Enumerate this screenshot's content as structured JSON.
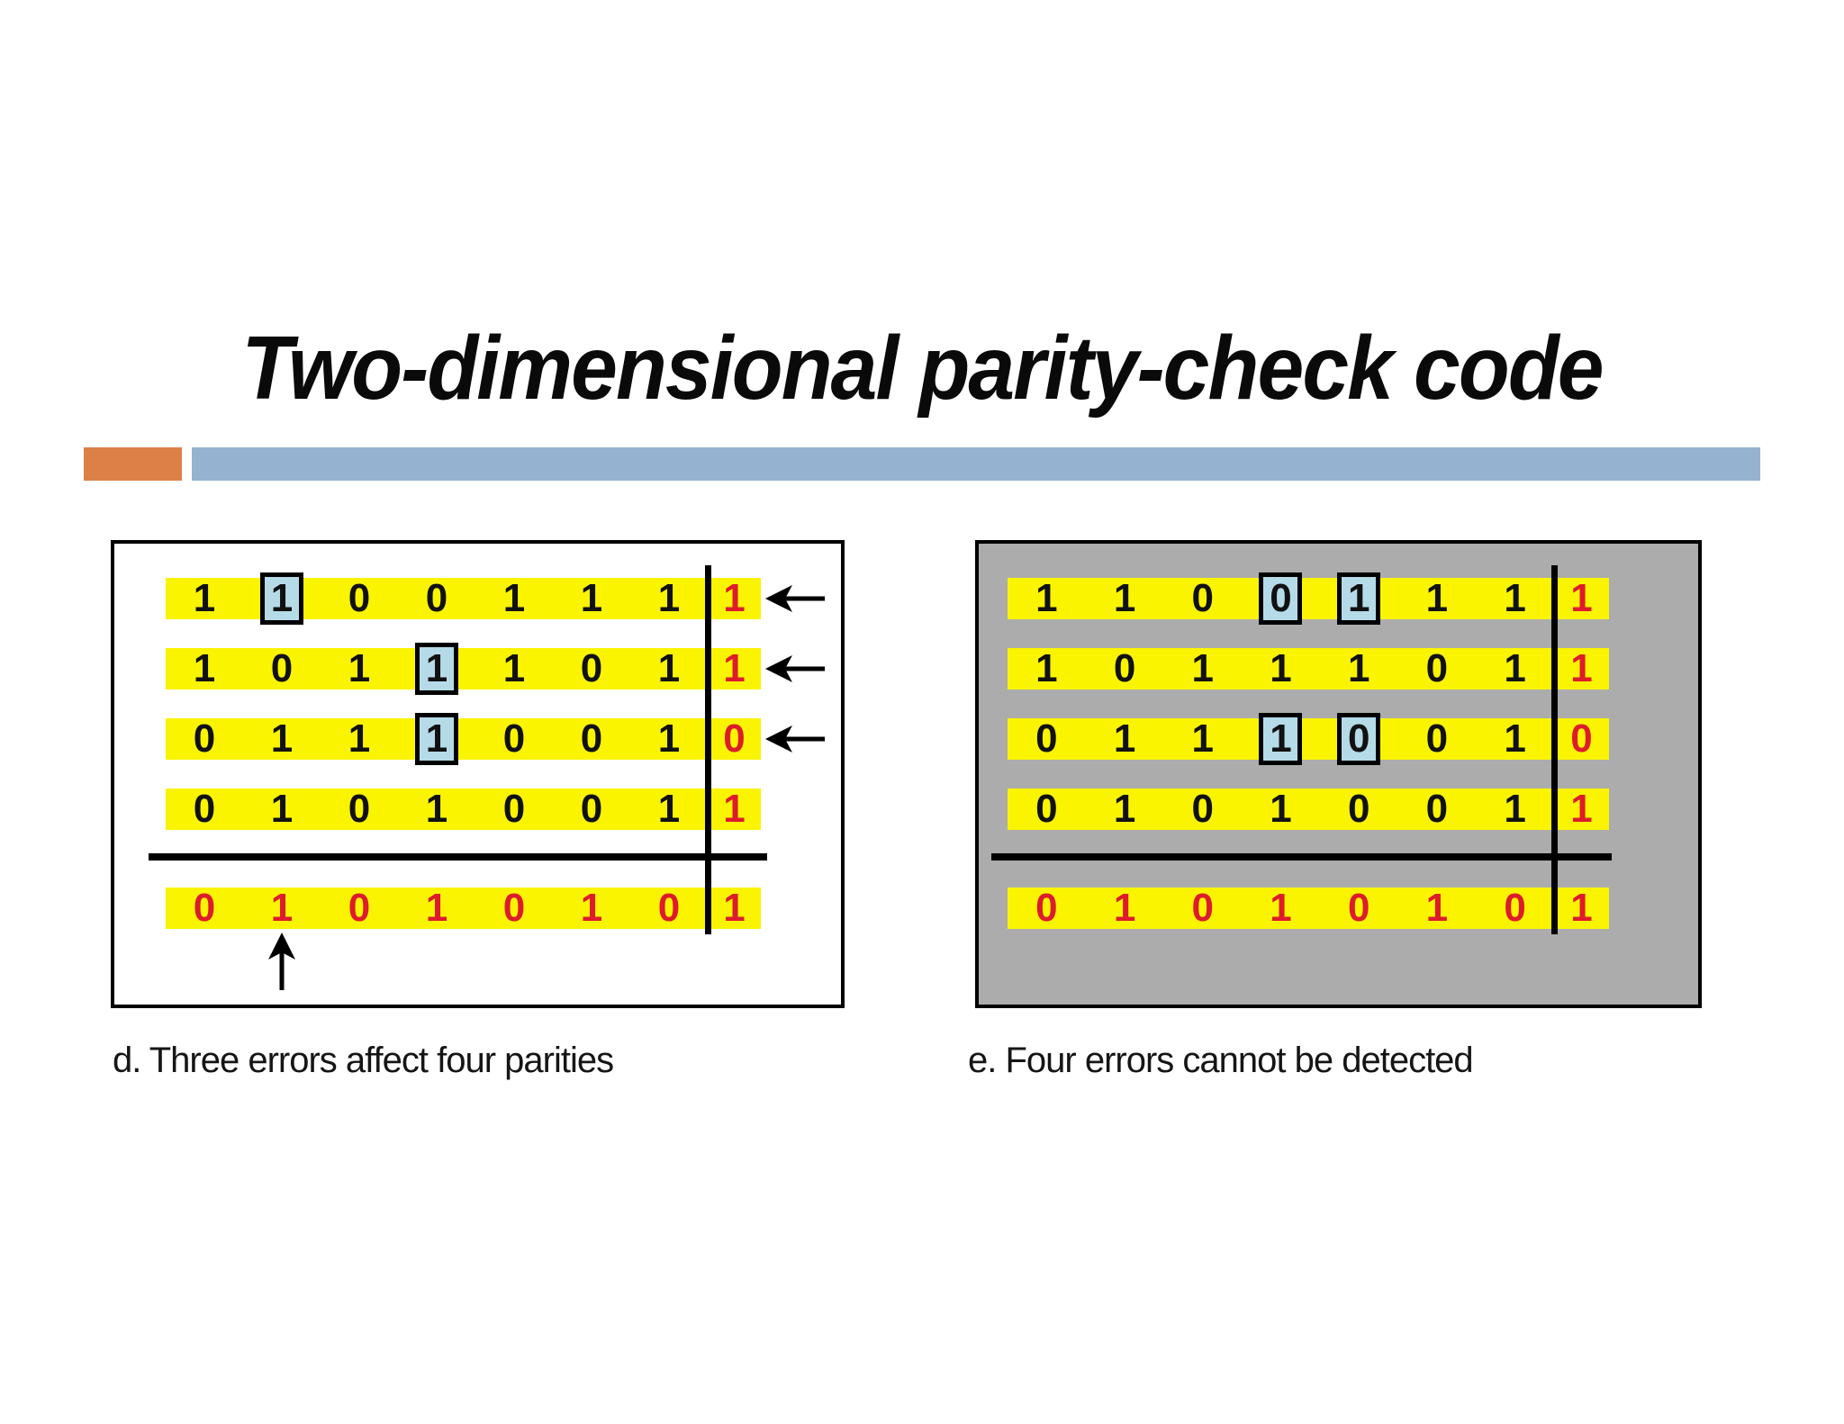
{
  "title": "Two-dimensional parity-check code",
  "colors": {
    "accent_orange": "#DD8047",
    "accent_blue": "#95B3D0",
    "band_yellow": "#FAF400",
    "highlight_blue": "#B5DBE8",
    "digit_red": "#DE1B2C",
    "panel_gray": "#ACACAC",
    "line_black": "#000000"
  },
  "icons": {
    "row_arrow": "left-arrow",
    "column_arrow": "up-arrow"
  },
  "panels": [
    {
      "id": "d",
      "caption": "d. Three errors affect four parities",
      "background": "white",
      "rows": [
        {
          "bits": [
            1,
            1,
            0,
            0,
            1,
            1,
            1
          ],
          "parity": 1,
          "highlights": [
            1
          ],
          "row_arrow": true
        },
        {
          "bits": [
            1,
            0,
            1,
            1,
            1,
            0,
            1
          ],
          "parity": 1,
          "highlights": [
            3
          ],
          "row_arrow": true
        },
        {
          "bits": [
            0,
            1,
            1,
            1,
            0,
            0,
            1
          ],
          "parity": 0,
          "highlights": [
            3
          ],
          "row_arrow": true
        },
        {
          "bits": [
            0,
            1,
            0,
            1,
            0,
            0,
            1
          ],
          "parity": 1,
          "highlights": [],
          "row_arrow": false
        }
      ],
      "column_parity_row": {
        "bits": [
          0,
          1,
          0,
          1,
          0,
          1,
          0
        ],
        "parity": 1
      },
      "column_arrow_index": 1
    },
    {
      "id": "e",
      "caption": "e. Four errors cannot be detected",
      "background": "gray",
      "rows": [
        {
          "bits": [
            1,
            1,
            0,
            0,
            1,
            1,
            1
          ],
          "parity": 1,
          "highlights": [
            3,
            4
          ],
          "row_arrow": false
        },
        {
          "bits": [
            1,
            0,
            1,
            1,
            1,
            0,
            1
          ],
          "parity": 1,
          "highlights": [],
          "row_arrow": false
        },
        {
          "bits": [
            0,
            1,
            1,
            1,
            0,
            0,
            1
          ],
          "parity": 0,
          "highlights": [
            3,
            4
          ],
          "row_arrow": false
        },
        {
          "bits": [
            0,
            1,
            0,
            1,
            0,
            0,
            1
          ],
          "parity": 1,
          "highlights": [],
          "row_arrow": false
        }
      ],
      "column_parity_row": {
        "bits": [
          0,
          1,
          0,
          1,
          0,
          1,
          0
        ],
        "parity": 1
      },
      "column_arrow_index": null
    }
  ]
}
